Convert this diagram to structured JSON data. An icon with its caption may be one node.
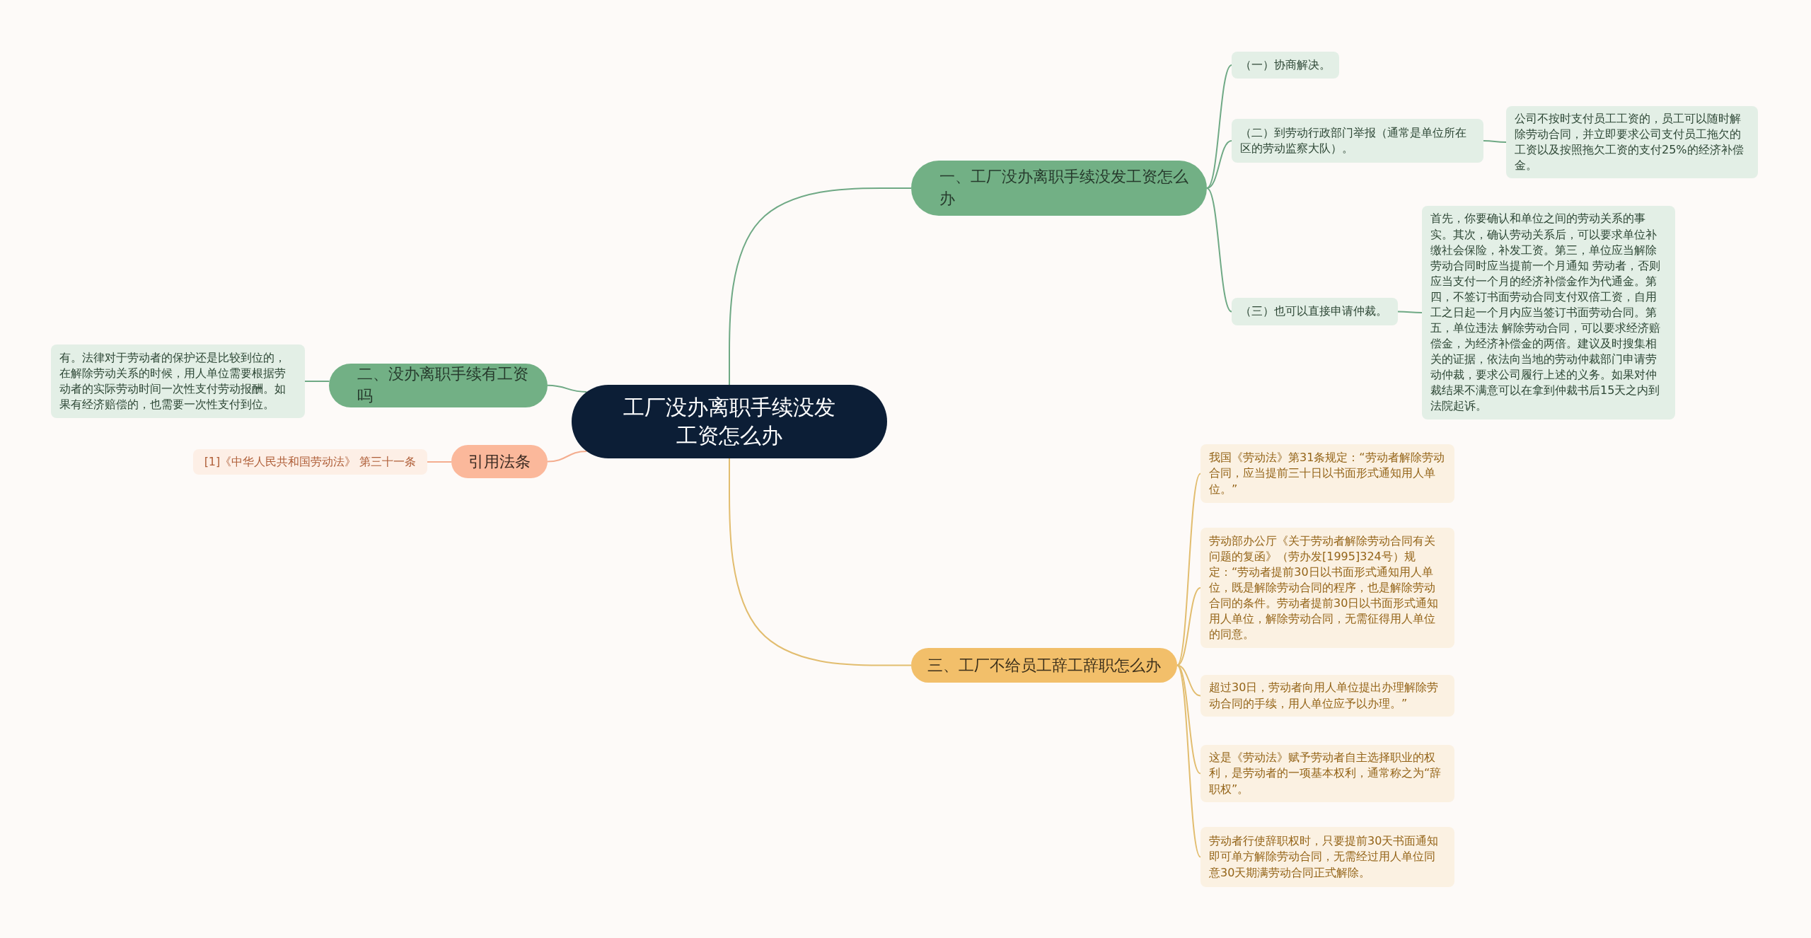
{
  "diagram": {
    "nodes": [
      {
        "text": [
          "工厂没办离职手续没发工资怎么办"
        ]
      },
      {
        "text": [
          "一、工厂没办离职手续没发工资怎么办"
        ]
      },
      {
        "text": [
          "（一）协商解决。"
        ]
      },
      {
        "text": [
          "（二）到劳动行政部门举报（通常是单位所在区的劳动监察大队）。"
        ]
      },
      {
        "text": [
          "公司不按时支付员工工资的，员工可以随时解除劳动合同，并立即要求公司支付员工拖欠的工资以及按照拖欠工资的支付25%的经济补偿金。"
        ]
      },
      {
        "text": [
          "（三）也可以直接申请仲裁。"
        ]
      },
      {
        "text": [
          "首先，你要确认和单位之间的劳动关系的事实。其次，确认劳动关系后，可以要求单位补缴社会保险，补发工资。第三，单位应当解除劳动合同时应当提前一个月通知 劳动者，否则应当支付一个月的经济补偿金作为代通金。第四，不签订书面劳动合同支付双倍工资，自用工之日起一个月内应当签订书面劳动合同。第五，单位违法 解除劳动合同，可以要求经济赔偿金，为经济补偿金的两倍。建议及时搜集相关的证据，依法向当地的劳动仲裁部门申请劳动仲裁，要求公司履行上述的义务。如果对仲裁结果不满意可以在拿到仲裁书后15天之内到法院起诉。"
        ]
      },
      {
        "text": [
          "二、没办离职手续有工资吗"
        ]
      },
      {
        "text": [
          "有。法律对于劳动者的保护还是比较到位的，在解除劳动关系的时候，用人单位需要根据劳动者的实际劳动时间一次性支付劳动报酬。如果有经济赔偿的，也需要一次性支付到位。"
        ]
      },
      {
        "text": [
          "引用法条"
        ]
      },
      {
        "text": [
          "[1]《中华人民共和国劳动法》 第三十一条"
        ]
      },
      {
        "text": [
          "三、工厂不给员工辞工辞职怎么办"
        ]
      },
      {
        "text": [
          "我国《劳动法》第31条规定：“劳动者解除劳动合同，应当提前三十日以书面形式通知用人单位。”"
        ]
      },
      {
        "text": [
          "劳动部办公厅《关于劳动者解除劳动合同有关问题的复函》（劳办发[1995]324号）规定：“劳动者提前30日以书面形式通知用人单位，既是解除劳动合同的程序，也是解除劳动合同的条件。劳动者提前30日以书面形式通知用人单位，解除劳动合同，无需征得用人单位的同意。"
        ]
      },
      {
        "text": [
          "超过30日，劳动者向用人单位提出办理解除劳动合同的手续，用人单位应予以办理。”"
        ]
      },
      {
        "text": [
          "这是《劳动法》赋予劳动者自主选择职业的权利，是劳动者的一项基本权利，通常称之为“辞职权”。"
        ]
      },
      {
        "text": [
          "劳动者行使辞职权时，只要提前30天书面通知即可单方解除劳动合同，无需经过用人单位同意30天期满劳动合同正式解除。"
        ]
      }
    ],
    "edges": [
      {
        "from": 0,
        "to": 1,
        "arrow": "none"
      },
      {
        "from": 1,
        "to": 2,
        "arrow": "none"
      },
      {
        "from": 1,
        "to": 3,
        "arrow": "none"
      },
      {
        "from": 3,
        "to": 4,
        "arrow": "none"
      },
      {
        "from": 1,
        "to": 5,
        "arrow": "none"
      },
      {
        "from": 5,
        "to": 6,
        "arrow": "none"
      },
      {
        "from": 0,
        "to": 7,
        "arrow": "none"
      },
      {
        "from": 7,
        "to": 8,
        "arrow": "none"
      },
      {
        "from": 0,
        "to": 9,
        "arrow": "none",
        "color": "#f4ad8f"
      },
      {
        "from": 9,
        "to": 10,
        "arrow": "none",
        "color": "#f4ad8f"
      },
      {
        "from": 0,
        "to": 11,
        "arrow": "none",
        "color": "#e2bd6f"
      },
      {
        "from": 11,
        "to": 12,
        "arrow": "none",
        "color": "#e2bd6f"
      },
      {
        "from": 11,
        "to": 13,
        "arrow": "none",
        "color": "#e2bd6f"
      },
      {
        "from": 11,
        "to": 14,
        "arrow": "none",
        "color": "#e2bd6f"
      },
      {
        "from": 11,
        "to": 15,
        "arrow": "none",
        "color": "#e2bd6f"
      },
      {
        "from": 11,
        "to": 16,
        "arrow": "none",
        "color": "#e2bd6f"
      }
    ]
  }
}
